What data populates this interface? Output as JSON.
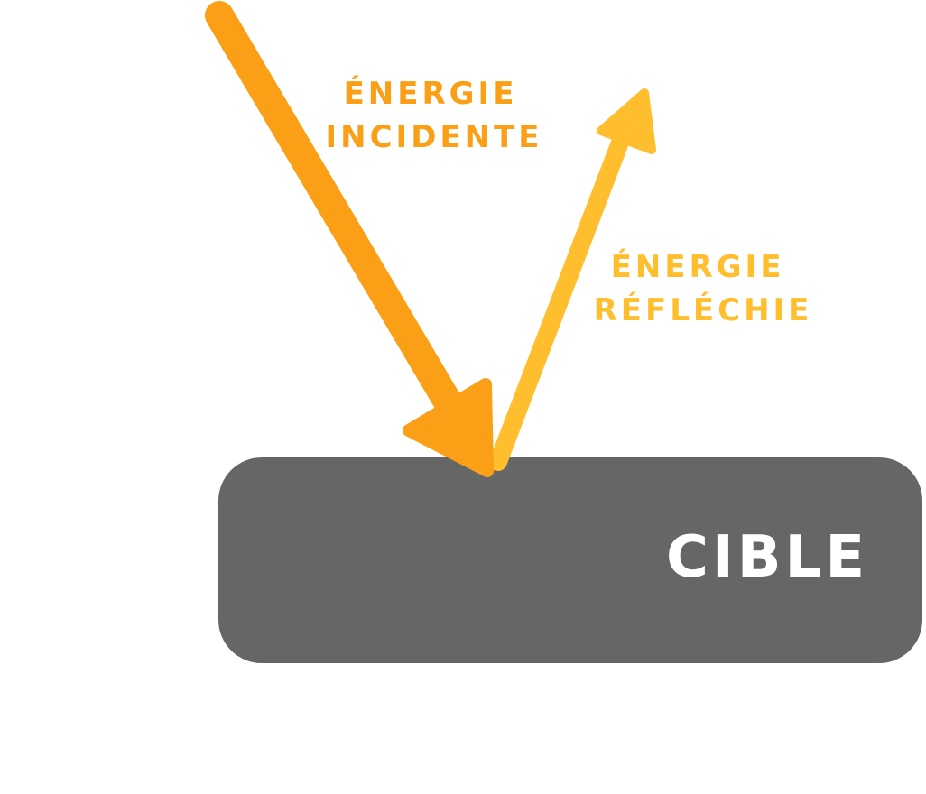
{
  "labels": {
    "incident_line1": "ÉNERGIE",
    "incident_line2": "INCIDENTE",
    "reflected_line1": "ÉNERGIE",
    "reflected_line2": "RÉFLÉCHIE",
    "target": "CIBLE"
  },
  "colors": {
    "incident": "#FBA016",
    "reflected": "#FFBE2E",
    "target_fill": "#666666",
    "target_text": "#FFFFFF",
    "background": "#FFFFFF"
  },
  "icons": {
    "incident": "arrow-down-right-icon",
    "reflected": "arrow-up-right-icon"
  }
}
